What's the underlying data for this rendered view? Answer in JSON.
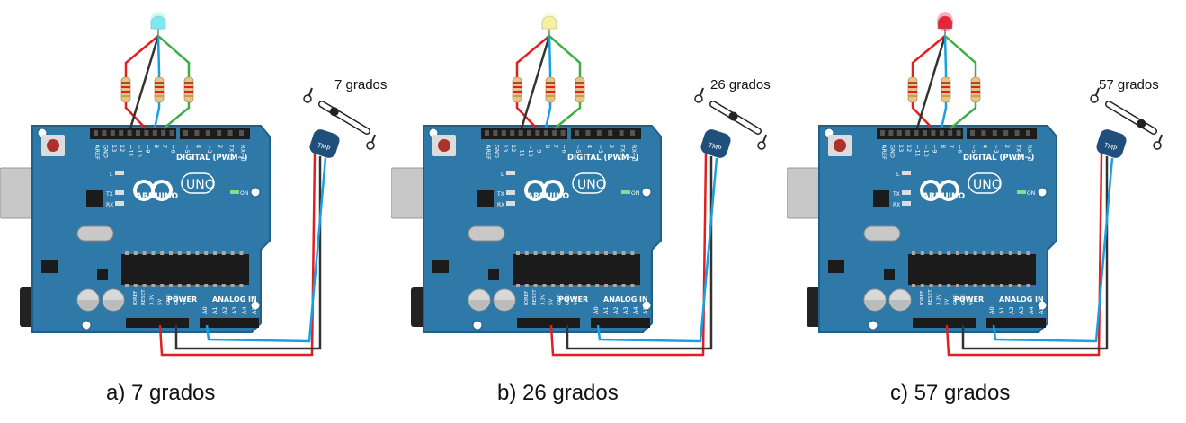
{
  "board": {
    "brand": "ARDUINO",
    "model": "UNO",
    "digital_label": "DIGITAL (PWM~)",
    "power_label": "POWER",
    "analog_label": "ANALOG IN",
    "on_label": "ON",
    "tx_label": "TX",
    "rx_label": "RX",
    "l_label": "L",
    "top_pins": [
      "AREF",
      "GND",
      "13",
      "12",
      "~11",
      "~10",
      "~9",
      "8",
      "7",
      "~6",
      "~5",
      "4",
      "~3",
      "2",
      "TX→1",
      "RX←0"
    ],
    "power_pins": [
      "IOREF",
      "RESET",
      "3.3V",
      "5V",
      "GND",
      "GND",
      "Vin"
    ],
    "analog_pins": [
      "A0",
      "A1",
      "A2",
      "A3",
      "A4",
      "A5"
    ],
    "sensor_label": "TMP"
  },
  "panels": [
    {
      "readout": "7 grados",
      "caption": "a) 7 grados",
      "led_color": "#7fe8f0",
      "slider_level": 0.05
    },
    {
      "readout": "26 grados",
      "caption": "b) 26 grados",
      "led_color": "#f4f2a0",
      "slider_level": 0.4
    },
    {
      "readout": "57 grados",
      "caption": "c) 57 grados",
      "led_color": "#e8243a",
      "slider_level": 0.95
    }
  ]
}
